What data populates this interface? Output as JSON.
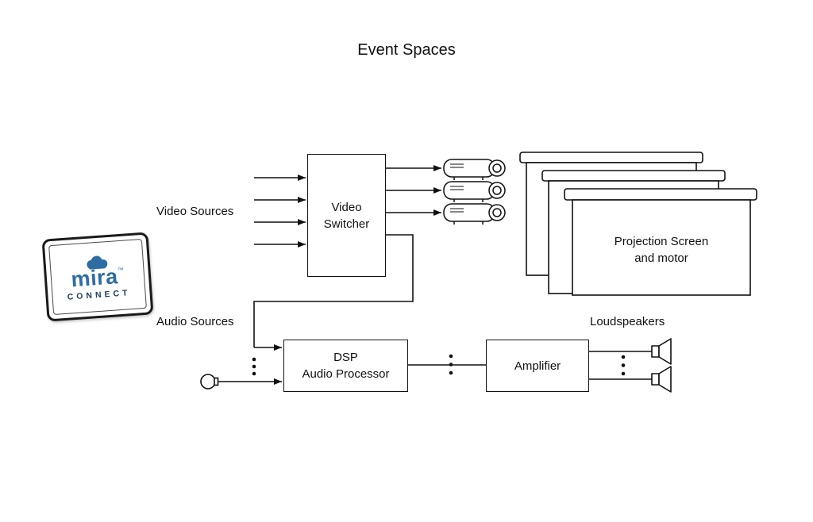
{
  "title": "Event Spaces",
  "labels": {
    "video_sources": "Video Sources",
    "audio_sources": "Audio Sources",
    "loudspeakers": "Loudspeakers",
    "video_switcher": "Video\nSwitcher",
    "dsp": "DSP\nAudio Processor",
    "amplifier": "Amplifier",
    "projection_screen": "Projection Screen\nand motor"
  },
  "device": {
    "brand": "mira",
    "tm": "™",
    "sub": "CONNECT"
  },
  "colors": {
    "line": "#111111",
    "mira_blue": "#2e6da4",
    "connect_navy": "#203f60"
  }
}
